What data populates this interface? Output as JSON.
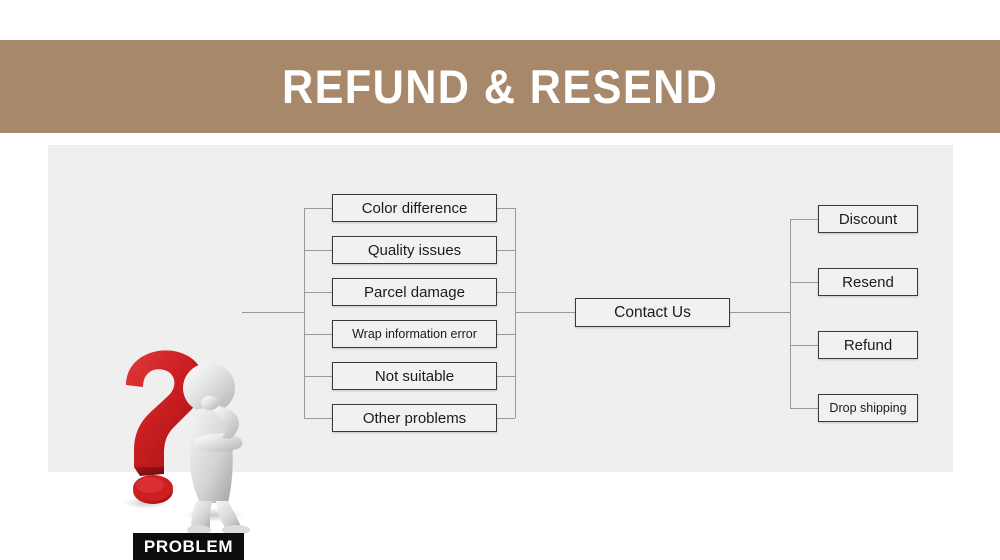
{
  "banner": {
    "title": "REFUND & RESEND",
    "background_color": "#a8886a",
    "text_color": "#ffffff"
  },
  "panel": {
    "background_color": "#efefef"
  },
  "problem": {
    "label": "PROBLEM",
    "icon": "question-mark-thinking-person",
    "accent_color": "#cc1f22",
    "label_background": "#0d0d0d",
    "label_color": "#ffffff"
  },
  "problems": {
    "items": [
      {
        "label": "Color difference"
      },
      {
        "label": "Quality issues"
      },
      {
        "label": "Parcel damage"
      },
      {
        "label": "Wrap information error"
      },
      {
        "label": "Not suitable"
      },
      {
        "label": "Other problems"
      }
    ]
  },
  "hub": {
    "label": "Contact Us"
  },
  "solutions": {
    "items": [
      {
        "label": "Discount"
      },
      {
        "label": "Resend"
      },
      {
        "label": "Refund"
      },
      {
        "label": "Drop shipping"
      }
    ]
  }
}
